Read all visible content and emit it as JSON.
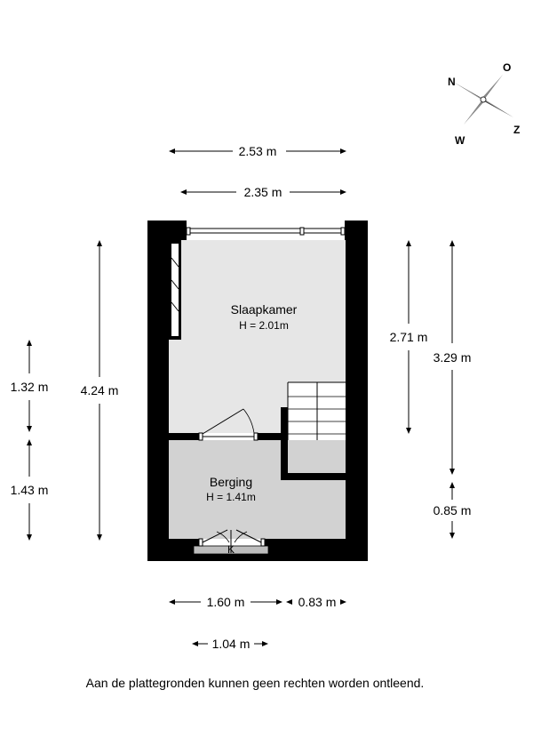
{
  "compass": {
    "icon": "compass-rose-icon",
    "north": "N",
    "east": "O",
    "south": "Z",
    "west": "W"
  },
  "rooms": {
    "slaapkamer": {
      "name": "Slaapkamer",
      "height": "H = 2.01m"
    },
    "berging": {
      "name": "Berging",
      "height": "H = 1.41m"
    }
  },
  "dimensions": {
    "top_outer": "2.53 m",
    "top_inner": "2.35 m",
    "left_upper": "1.32 m",
    "left_lower": "1.43 m",
    "left_total": "4.24 m",
    "right_stair_room": "2.71 m",
    "right_total": "3.29 m",
    "right_lower": "0.85 m",
    "bottom_left": "1.60 m",
    "bottom_right": "0.83 m",
    "bottom_door": "1.04 m"
  },
  "door_marker": "K",
  "disclaimer": "Aan de plattegronden kunnen geen rechten worden ontleend.",
  "colors": {
    "wall": "#000000",
    "room_fill": "#e6e6e6",
    "storage_fill": "#d2d2d2"
  }
}
